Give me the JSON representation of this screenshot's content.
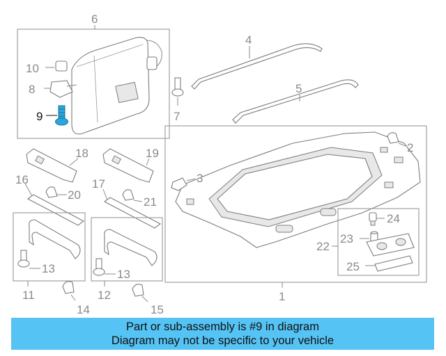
{
  "callouts": {
    "c1": "1",
    "c2": "2",
    "c3": "3",
    "c4": "4",
    "c5": "5",
    "c6": "6",
    "c7": "7",
    "c8": "8",
    "c9": "9",
    "c10": "10",
    "c11": "11",
    "c12": "12",
    "c13a": "13",
    "c13b": "13",
    "c14": "14",
    "c15": "15",
    "c16": "16",
    "c17": "17",
    "c18": "18",
    "c19": "19",
    "c20": "20",
    "c21": "21",
    "c22": "22",
    "c23": "23",
    "c24": "24",
    "c25": "25"
  },
  "highlighted_part": "9",
  "colors": {
    "banner": "#55c3f4",
    "highlight_part": "#2aa7e0",
    "line": "#8a8a8a"
  },
  "banner": {
    "line1": "Part or sub-assembly is #9 in diagram",
    "line2": "Diagram may not be specific to your vehicle"
  }
}
